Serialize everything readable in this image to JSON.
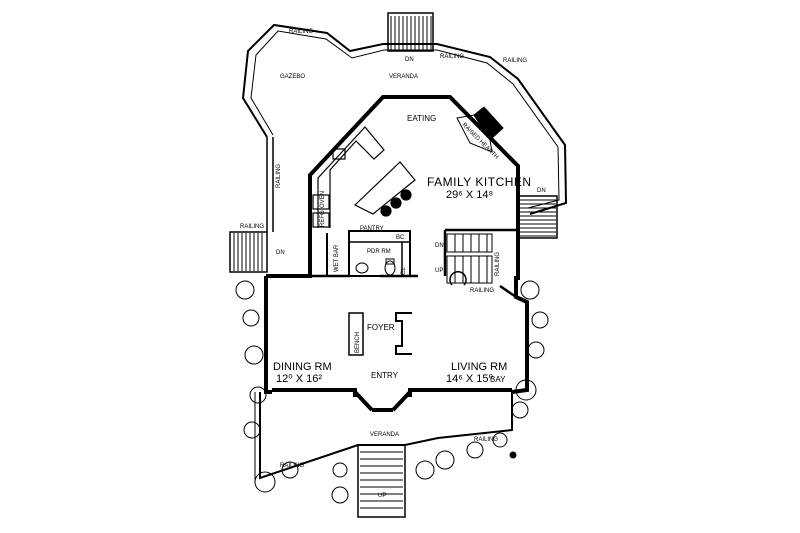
{
  "labels": {
    "gazebo": "GAZEBO",
    "veranda_top": "VERANDA",
    "veranda_bottom": "VERANDA",
    "eating": "EATING",
    "raised_hearth": "RAISED HEARTH",
    "family_kitchen": "FAMILY KITCHEN",
    "family_kitchen_dims": "29⁶ X 14⁸",
    "pantry": "PANTRY",
    "bc": "BC",
    "pdr_rm": "PDR RM",
    "cl": "CL",
    "wet_bar": "WET BAR",
    "refg": "REFG",
    "oven": "OVEN",
    "foyer": "FOYER",
    "bench": "BENCH",
    "dining_rm": "DINING RM",
    "dining_rm_dims": "12⁰ X 16²",
    "living_rm": "LIVING RM",
    "living_rm_dims": "14⁶ X 15⁰",
    "bay": "BAY",
    "entry": "ENTRY",
    "railing": "RAILING",
    "dn": "DN",
    "up": "UP",
    "rail_label": "RAIL"
  }
}
